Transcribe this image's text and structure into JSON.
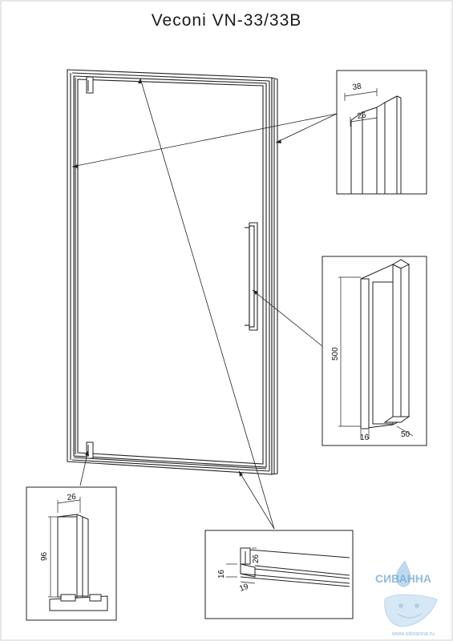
{
  "title": "Veconi VN-33/33B",
  "callouts": {
    "profile_top": {
      "outer_width": "38",
      "inner_width": "26"
    },
    "handle": {
      "height": "500",
      "bar_width": "16",
      "depth": "50"
    },
    "hinge": {
      "width": "26",
      "height": "96"
    },
    "bottom_seal": {
      "height": "26",
      "side": "16",
      "bottom": "19"
    }
  },
  "watermark": {
    "brand": "СИВАННА",
    "url": "www.sibvanna.ru"
  },
  "colors": {
    "line": "#222222",
    "frame_fill": "#ffffff",
    "watermark": "#6fa8d6"
  }
}
